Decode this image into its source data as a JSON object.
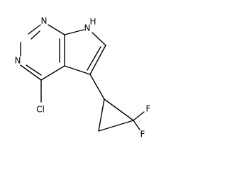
{
  "molecule": {
    "atoms": {
      "n_top": "N",
      "n_left": "N",
      "nh": "H",
      "nh_n": "N",
      "cl": "Cl",
      "f_upper": "F",
      "f_lower": "F"
    }
  }
}
